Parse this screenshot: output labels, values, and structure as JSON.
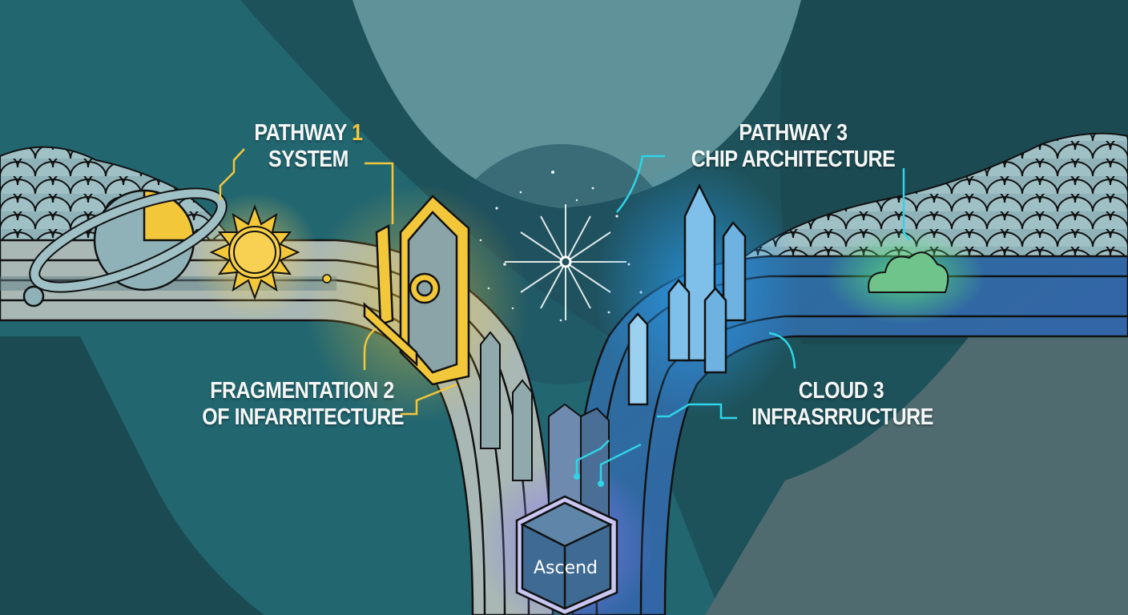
{
  "diagram": {
    "type": "illustrated-infographic",
    "colors": {
      "background_teal": "#226670",
      "background_dark": "#1c4a52",
      "background_light_arch": "#5f9399",
      "background_gray_right": "#4f6b70",
      "pathway1_accent": "#f3c73a",
      "pathway3_accent": "#2fd4e6",
      "cloud_glow": "#5be07a",
      "ascend_glow": "#8a7cf0",
      "road_fill": "#a9b8b4",
      "label_text": "#f4f7f6"
    },
    "labels": {
      "pathway1": {
        "line1_text": "PATHWAY",
        "line1_number": "1",
        "line2": "SYSTEM"
      },
      "pathway3": {
        "line1": "PATHWAY 3",
        "line2": "CHIP ARCHITECTURE"
      },
      "fragmentation": {
        "line1": "FRAGMENTATION 2",
        "line2": "OF INFARRITECTURE"
      },
      "cloud": {
        "line1": "CLOUD 3",
        "line2": "INFRASRRUCTURE"
      },
      "hub": "Ascend"
    },
    "icons": {
      "planet": "ringed-planet-icon",
      "sun": "sun-icon",
      "left_crystal": "golden-crystal-monolith-icon",
      "right_crystals": "blue-crystal-cluster-icon",
      "cloud": "glowing-cloud-icon",
      "star": "north-star-icon",
      "hub": "ascend-cube-icon"
    }
  }
}
